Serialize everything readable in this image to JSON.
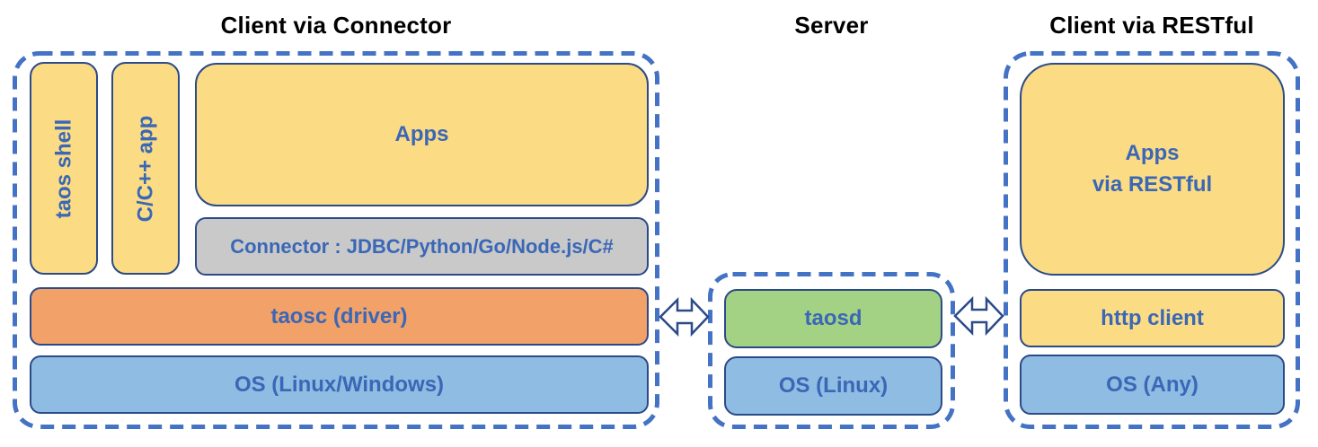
{
  "sections": {
    "connector": {
      "title": "Client via Connector",
      "taos_shell": "taos shell",
      "cpp_app": "C/C++ app",
      "apps": "Apps",
      "connector_bar": "Connector : JDBC/Python/Go/Node.js/C#",
      "taosc": "taosc (driver)",
      "os": "OS (Linux/Windows)"
    },
    "server": {
      "title": "Server",
      "taosd": "taosd",
      "os": "OS (Linux)"
    },
    "restful": {
      "title": "Client via RESTful",
      "apps": "Apps\nvia RESTful",
      "http_client": "http client",
      "os": "OS (Any)"
    }
  },
  "colors": {
    "dashed_outline": "#4472C4",
    "box_border": "#2B4A88",
    "label_text": "#3A67B6",
    "title_text": "#000000",
    "yellow_fill": "#FBDB84",
    "orange_fill": "#F2A169",
    "blue_fill": "#8FBCE2",
    "green_fill": "#A3D284",
    "gray_fill": "#C9C9C9",
    "arrow_fill": "#FFFFFF"
  }
}
